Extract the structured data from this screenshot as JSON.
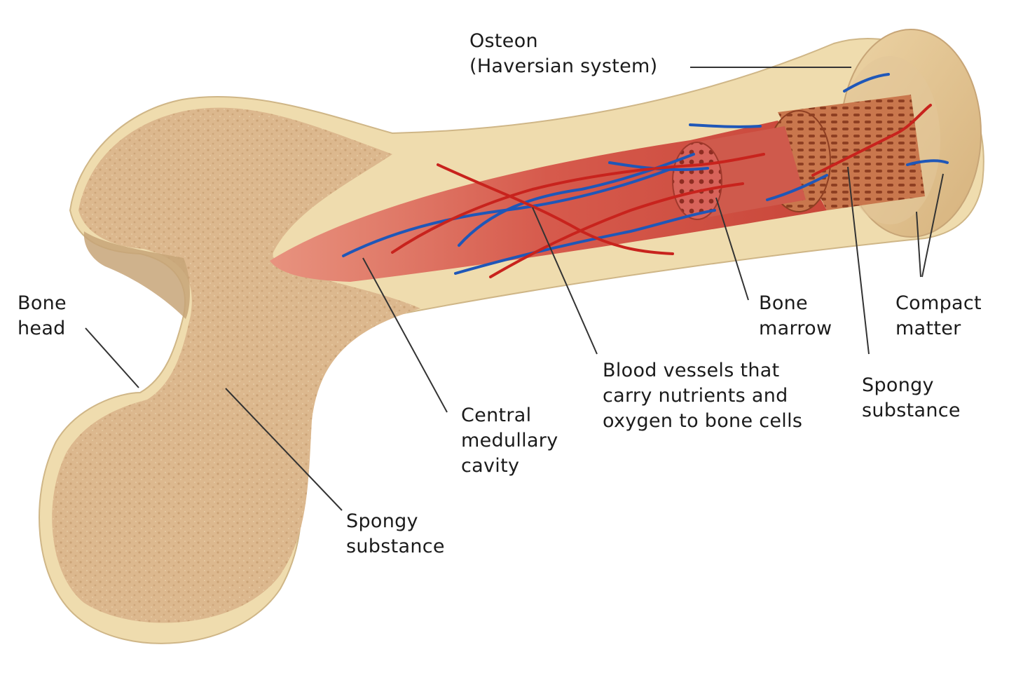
{
  "labels": {
    "osteon": [
      "Osteon",
      "(Haversian system)"
    ],
    "bone_head": [
      "Bone",
      "head"
    ],
    "bone_marrow": [
      "Bone",
      "marrow"
    ],
    "compact_matter": [
      "Compact",
      "matter"
    ],
    "blood_vessels": [
      "Blood vessels that",
      "carry nutrients and",
      "oxygen to bone cells"
    ],
    "spongy_substance_right": [
      "Spongy",
      "substance"
    ],
    "central_medullary_cavity": [
      "Central",
      "medullary",
      "cavity"
    ],
    "spongy_substance_bottom": [
      "Spongy",
      "substance"
    ]
  },
  "colors": {
    "bone_cortex": "#f1e1b4",
    "spongy_bone": "#d9b48a",
    "marrow": "#d4574a",
    "artery": "#c8231d",
    "vein": "#1f57b8",
    "leader_line": "#333333"
  }
}
